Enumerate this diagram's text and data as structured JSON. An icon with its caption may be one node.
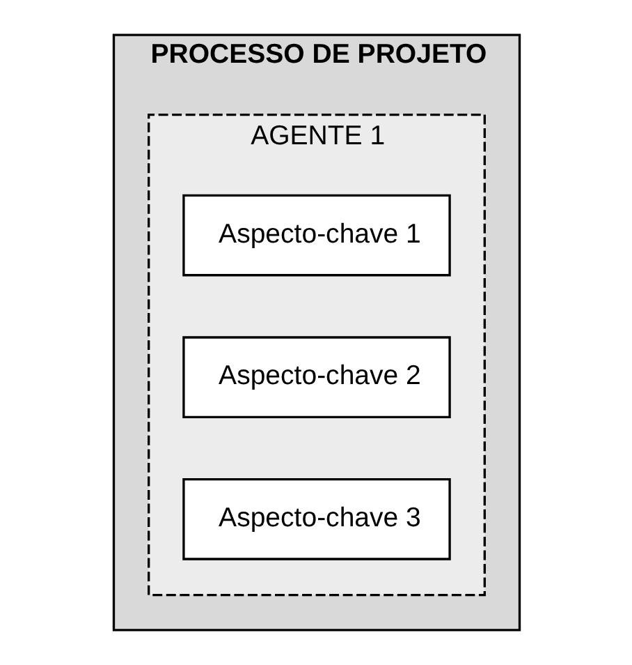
{
  "diagram": {
    "nodes": [
      {
        "text": [
          "PROCESSO DE PROJETO"
        ]
      },
      {
        "text": [
          "AGENTE 1"
        ],
        "in": 0
      },
      {
        "text": [
          "Aspecto-chave 1"
        ],
        "in": 1
      },
      {
        "text": [
          "Aspecto-chave 2"
        ],
        "in": 1
      },
      {
        "text": [
          "Aspecto-chave 3"
        ],
        "in": 1
      }
    ]
  }
}
